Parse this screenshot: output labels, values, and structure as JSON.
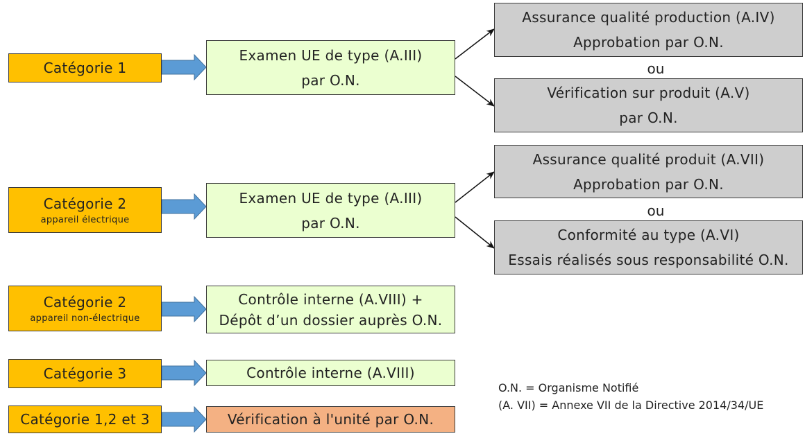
{
  "categories": [
    {
      "label": "Catégorie 1",
      "sub": ""
    },
    {
      "label": "Catégorie 2",
      "sub": "appareil électrique"
    },
    {
      "label": "Catégorie 2",
      "sub": "appareil non-électrique"
    },
    {
      "label": "Catégorie 3",
      "sub": ""
    },
    {
      "label": "Catégorie 1,2 et 3",
      "sub": ""
    }
  ],
  "procedures": [
    {
      "line1": "Examen UE de type (A.III)",
      "line2": "par O.N."
    },
    {
      "line1": "Examen UE de type (A.III)",
      "line2": "par O.N."
    },
    {
      "line1": "Contrôle interne (A.VIII) +",
      "line2": "Dépôt d’un dossier auprès O.N."
    },
    {
      "line1": "Contrôle interne (A.VIII)",
      "line2": ""
    },
    {
      "line1": "Vérification à l'unité par O.N.",
      "line2": ""
    }
  ],
  "options": [
    {
      "line1": "Assurance qualité production (A.IV)",
      "line2": "Approbation par O.N."
    },
    {
      "line1": "Vérification sur produit (A.V)",
      "line2": "par O.N."
    },
    {
      "line1": "Assurance qualité produit (A.VII)",
      "line2": "Approbation par O.N."
    },
    {
      "line1": "Conformité au type (A.VI)",
      "line2": "Essais réalisés sous responsabilité O.N."
    }
  ],
  "or_label": "ou",
  "legend": {
    "line1": "O.N. = Organisme Notifié",
    "line2": "(A. VII) = Annexe VII de la Directive 2014/34/UE"
  },
  "colors": {
    "category": "#ffc000",
    "procedure": "#ebffd0",
    "option": "#cecece",
    "unit_verification": "#f4b183",
    "arrow_fill": "#5b9bd5",
    "arrow_stroke": "#41719c"
  }
}
